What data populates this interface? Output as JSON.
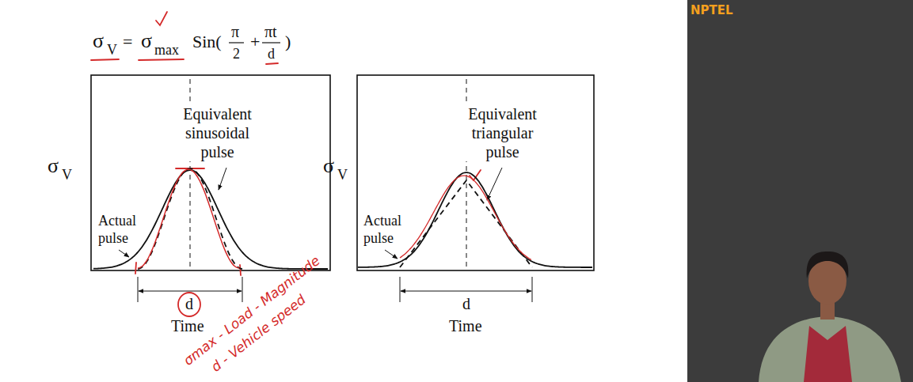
{
  "diagram": {
    "labels": [
      "σ",
      "V",
      "=",
      "σ",
      "max",
      "Sin(",
      "π",
      "2",
      "+",
      "πt",
      "d",
      ")",
      "σ",
      "V",
      "Equivalent sinusoidal pulse",
      "Actual pulse",
      "d",
      "Time",
      "σmax - Load - Magnitude",
      "d - Vehicle speed",
      "σ",
      "V",
      "Equivalent triangular pulse",
      "Actual pulse",
      "d",
      "Time",
      "NPTEL"
    ]
  }
}
